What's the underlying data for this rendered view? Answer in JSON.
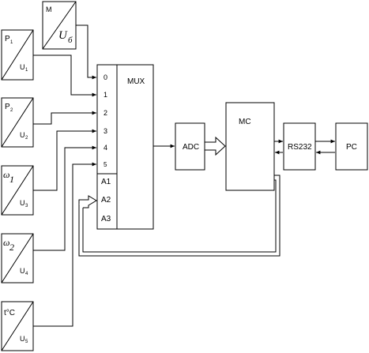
{
  "sensors": [
    {
      "top": "P",
      "top_sub": "1",
      "bottom": "U",
      "bottom_sub": "1"
    },
    {
      "top": "P",
      "top_sub": "2",
      "bottom": "U",
      "bottom_sub": "2"
    },
    {
      "top": "ω",
      "top_sub": "1",
      "bottom": "U",
      "bottom_sub": "3"
    },
    {
      "top": "ω",
      "top_sub": "2",
      "bottom": "U",
      "bottom_sub": "4"
    },
    {
      "top": "t°C",
      "top_sub": "",
      "bottom": "U",
      "bottom_sub": "5"
    }
  ],
  "top_sensor": {
    "top": "M",
    "bottom": "U",
    "bottom_sub": "б"
  },
  "mux": {
    "label": "MUX",
    "inputs": [
      "0",
      "1",
      "2",
      "3",
      "4",
      "5"
    ],
    "address": [
      "A1",
      "A2",
      "A3"
    ]
  },
  "adc": {
    "label": "ADC"
  },
  "mc": {
    "label": "MC"
  },
  "rs232": {
    "label": "RS232"
  },
  "pc": {
    "label": "PC"
  }
}
